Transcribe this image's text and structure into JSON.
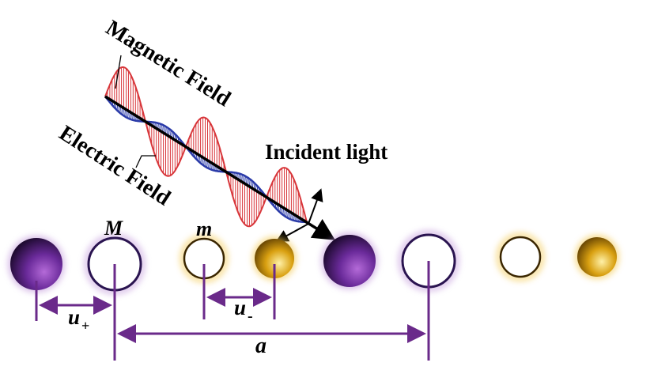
{
  "labels": {
    "magnetic_field": "Magnetic Field",
    "electric_field": "Electric Field",
    "incident_light": "Incident light",
    "mass_M": "M",
    "mass_m": "m",
    "u_plus": "u",
    "u_plus_sub": "+",
    "u_minus": "u",
    "u_minus_sub": "-",
    "lattice_a": "a"
  },
  "colors": {
    "purple": "#7a2fa0",
    "purple_dark": "#1f0a33",
    "gold": "#e3a81a",
    "gold_dark": "#5a3a00",
    "magnetic_wave": "#d8363a",
    "electric_wave": "#2a3aa8",
    "dimension_line": "#6a2a8a"
  },
  "atoms": [
    {
      "kind": "heavy",
      "state": "displaced"
    },
    {
      "kind": "heavy",
      "state": "equilibrium"
    },
    {
      "kind": "light",
      "state": "equilibrium"
    },
    {
      "kind": "light",
      "state": "displaced"
    },
    {
      "kind": "heavy",
      "state": "displaced"
    },
    {
      "kind": "heavy",
      "state": "equilibrium"
    },
    {
      "kind": "light",
      "state": "equilibrium"
    },
    {
      "kind": "light",
      "state": "displaced"
    }
  ]
}
